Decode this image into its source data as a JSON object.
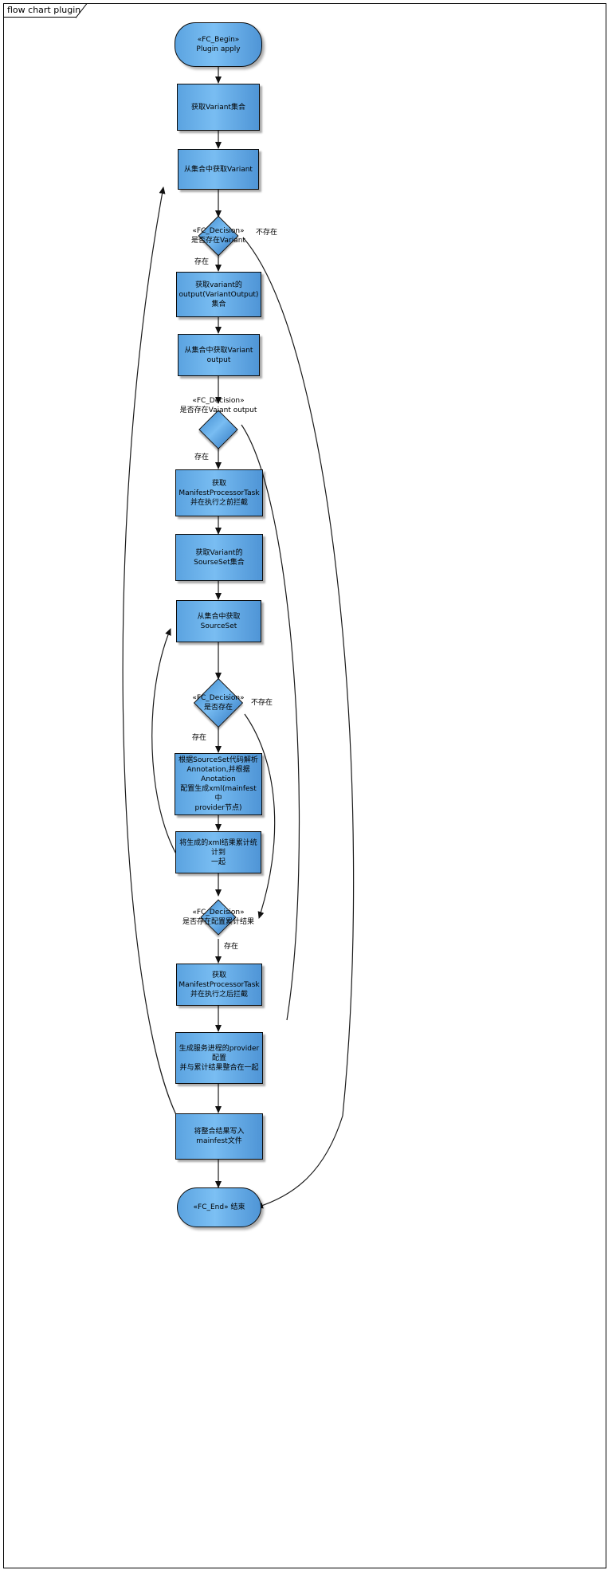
{
  "diagram": {
    "frame_label": "flow chart plugin",
    "title": "flow chart plugin",
    "colors": {
      "node_fill_light": "#7cc0f4",
      "node_fill_dark": "#4f95d6",
      "node_stroke": "#0b0b0b",
      "edge_stroke": "#1a1a1a",
      "background": "#ffffff",
      "frame_stroke": "#000000"
    },
    "nodes": [
      {
        "id": "begin",
        "type": "terminator",
        "label": "«FC_Begin»\nPlugin apply"
      },
      {
        "id": "get-variants",
        "type": "process",
        "label": "获取Variant集合"
      },
      {
        "id": "next-variant",
        "type": "process",
        "label": "从集合中获取Variant"
      },
      {
        "id": "dec-variant",
        "type": "decision",
        "label": "«FC_Decision»\n是否存在Variant"
      },
      {
        "id": "get-outputs",
        "type": "process",
        "label": "获取variant的\noutput(VariantOutput)集合"
      },
      {
        "id": "next-output",
        "type": "process",
        "label": "从集合中获取Variant\noutput"
      },
      {
        "id": "dec-output",
        "type": "decision",
        "label": "«FC_Decision»\n是否存在Vaiant output"
      },
      {
        "id": "task-before",
        "type": "process",
        "label": "获取ManifestProcessorTask\n并在执行之前拦截"
      },
      {
        "id": "get-sourceset",
        "type": "process",
        "label": "获取Variant的SourseSet集合"
      },
      {
        "id": "next-sourceset",
        "type": "process",
        "label": "从集合中获取SourceSet"
      },
      {
        "id": "dec-sourceset",
        "type": "decision",
        "label": "«FC_Decision»\n是否存在"
      },
      {
        "id": "parse-anno",
        "type": "process",
        "label": "根据SourceSet代码解析\nAnnotation,并根据Anotation\n配置生成xml(mainfest中\nprovider节点)"
      },
      {
        "id": "accumulate",
        "type": "process",
        "label": "将生成的xml结果累计统计到\n一起"
      },
      {
        "id": "dec-accum",
        "type": "decision",
        "label": "«FC_Decision»\n是否存在配置累计结果"
      },
      {
        "id": "task-after",
        "type": "process",
        "label": "获取ManifestProcessorTask\n并在执行之后拦截"
      },
      {
        "id": "gen-provider",
        "type": "process",
        "label": "生成服务进程的provider配置\n并与累计结果整合在一起"
      },
      {
        "id": "write-manifest",
        "type": "process",
        "label": "将整合结果写入mainfest文件"
      },
      {
        "id": "end",
        "type": "terminator",
        "label": "«FC_End» 结束"
      }
    ],
    "edge_labels": [
      {
        "id": "variant-no",
        "text": "不存在"
      },
      {
        "id": "variant-yes",
        "text": "存在"
      },
      {
        "id": "output-yes",
        "text": "存在"
      },
      {
        "id": "sourceset-no",
        "text": "不存在"
      },
      {
        "id": "sourceset-yes",
        "text": "存在"
      },
      {
        "id": "accum-yes",
        "text": "存在"
      }
    ]
  }
}
